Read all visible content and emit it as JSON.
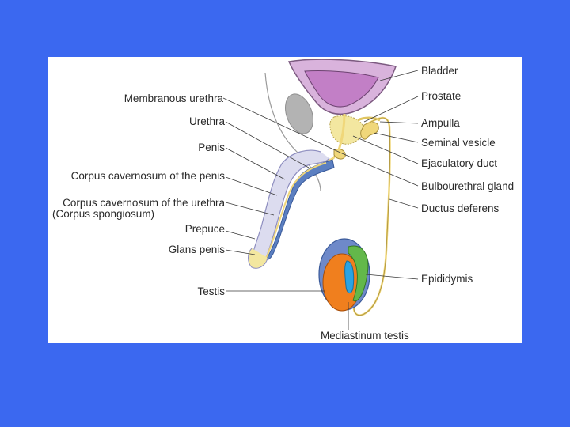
{
  "labels": {
    "left": {
      "membranous_urethra": "Membranous urethra",
      "urethra": "Urethra",
      "penis": "Penis",
      "corpus_cavernosum_penis": "Corpus cavernosum of the penis",
      "corpus_cavernosum_urethra": "Corpus cavernosum of the urethra",
      "corpus_spongiosum": "(Corpus spongiosum)",
      "prepuce": "Prepuce",
      "glans_penis": "Glans penis",
      "testis": "Testis"
    },
    "right": {
      "bladder": "Bladder",
      "prostate": "Prostate",
      "ampulla": "Ampulla",
      "seminal_vesicle": "Seminal vesicle",
      "ejaculatory_duct": "Ejaculatory duct",
      "bulbourethral_gland": "Bulbourethral gland",
      "ductus_deferens": "Ductus deferens",
      "epididymis": "Epididymis"
    },
    "bottom": {
      "mediastinum_testis": "Mediastinum testis"
    }
  },
  "colors": {
    "background": "#3b68f0",
    "panel": "#ffffff",
    "bladder": "#d9b3dc",
    "bladder_inner": "#c27fc6",
    "prostate": "#f3e7a0",
    "duct": "#f0d77a",
    "pelvic_bone": "#b3b3b3",
    "corpus_cavernosum": "#5b7fc1",
    "corpus_spongiosum": "#dcdcef",
    "testis": "#f07f1e",
    "epididymis": "#63b84a",
    "mediastinum": "#2ba3e3",
    "scrotum": "#6e89c9"
  }
}
